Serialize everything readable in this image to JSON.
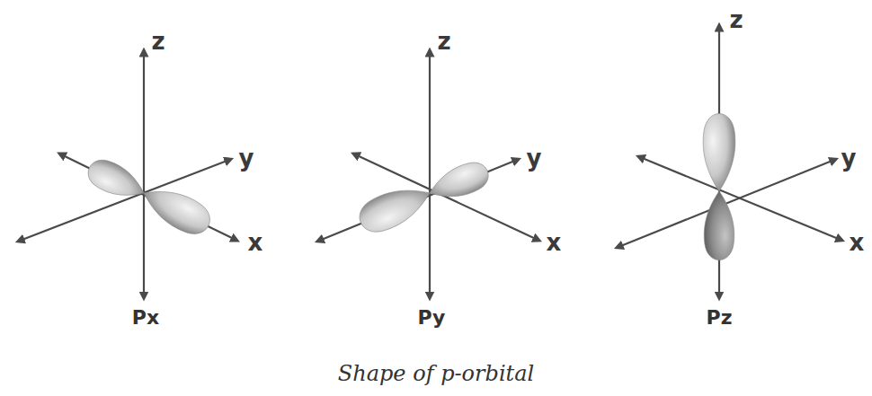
{
  "diagram": {
    "caption": "Shape of p-orbital",
    "labels": [
      "z",
      "y",
      "x",
      "Px",
      "z",
      "y",
      "x",
      "Py",
      "z",
      "y",
      "x",
      "Pz"
    ]
  }
}
